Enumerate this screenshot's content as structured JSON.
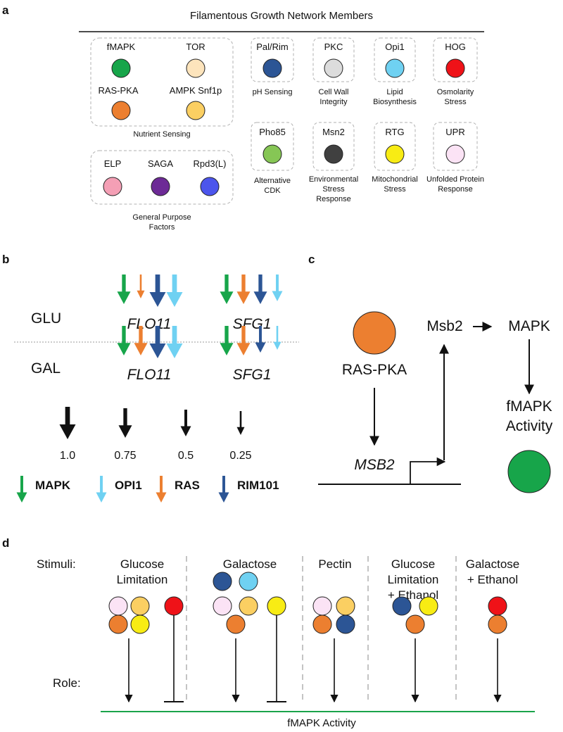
{
  "colors": {
    "fmapk": "#17a54a",
    "tor": "#fde4bc",
    "ras_pka": "#ec7f30",
    "ampk": "#fbcf62",
    "pal_rim": "#2c5595",
    "pkc": "#dcdcdc",
    "opi1": "#6fd1f2",
    "hog": "#ef1218",
    "pho85": "#86c655",
    "msn2": "#404040",
    "rtg": "#f8ec14",
    "upr": "#fbe3f5",
    "elp": "#f49fb5",
    "saga": "#6d2a96",
    "rpd3l": "#4c55ec",
    "activity_line": "#1aa34a"
  },
  "panel_a": {
    "letter": "a",
    "title": "Filamentous Growth Network Members",
    "nodes": {
      "fmapk": "fMAPK",
      "tor": "TOR",
      "ras_pka": "RAS-PKA",
      "ampk": "AMPK Snf1p",
      "pal_rim": "Pal/Rim",
      "pkc": "PKC",
      "opi1": "Opi1",
      "hog": "HOG",
      "pho85": "Pho85",
      "msn2": "Msn2",
      "rtg": "RTG",
      "upr": "UPR",
      "elp": "ELP",
      "saga": "SAGA",
      "rpd3l": "Rpd3(L)"
    },
    "captions": {
      "nutrient": "Nutrient Sensing",
      "pal_rim": "pH Sensing",
      "pkc_1": "Cell Wall",
      "pkc_2": "Integrity",
      "opi1_1": "Lipid",
      "opi1_2": "Biosynthesis",
      "hog_1": "Osmolarity",
      "hog_2": "Stress",
      "pho85_1": "Alternative",
      "pho85_2": "CDK",
      "msn2_1": "Environmental",
      "msn2_2": "Stress",
      "msn2_3": "Response",
      "rtg_1": "Mitochondrial",
      "rtg_2": "Stress",
      "upr_1": "Unfolded Protein",
      "upr_2": "Response",
      "gpf_1": "General Purpose",
      "gpf_2": "Factors"
    }
  },
  "panel_b": {
    "letter": "b",
    "conditions": [
      {
        "label": "GLU",
        "genes": [
          {
            "name": "FLO11",
            "arrows": [
              {
                "regulator": "MAPK",
                "weight": 0.75
              },
              {
                "regulator": "RAS",
                "weight": 0.25
              },
              {
                "regulator": "RIM101",
                "weight": 1.0
              },
              {
                "regulator": "OPI1",
                "weight": 1.0
              }
            ]
          },
          {
            "name": "SFG1",
            "arrows": [
              {
                "regulator": "MAPK",
                "weight": 0.75
              },
              {
                "regulator": "RAS",
                "weight": 0.75
              },
              {
                "regulator": "RIM101",
                "weight": 0.75
              },
              {
                "regulator": "OPI1",
                "weight": 0.5
              }
            ]
          }
        ]
      },
      {
        "label": "GAL",
        "genes": [
          {
            "name": "FLO11",
            "arrows": [
              {
                "regulator": "MAPK",
                "weight": 0.75
              },
              {
                "regulator": "RAS",
                "weight": 0.75
              },
              {
                "regulator": "RIM101",
                "weight": 1.0
              },
              {
                "regulator": "OPI1",
                "weight": 1.0
              }
            ]
          },
          {
            "name": "SFG1",
            "arrows": [
              {
                "regulator": "MAPK",
                "weight": 0.75
              },
              {
                "regulator": "RAS",
                "weight": 0.75
              },
              {
                "regulator": "RIM101",
                "weight": 0.5
              },
              {
                "regulator": "OPI1",
                "weight": 0.25
              }
            ]
          }
        ]
      }
    ],
    "scale": [
      {
        "weight": 1.0,
        "label": "1.0"
      },
      {
        "weight": 0.75,
        "label": "0.75"
      },
      {
        "weight": 0.5,
        "label": "0.5"
      },
      {
        "weight": 0.25,
        "label": "0.25"
      }
    ],
    "legend": [
      {
        "regulator": "MAPK",
        "label": "MAPK",
        "color": "#17a54a"
      },
      {
        "regulator": "OPI1",
        "label": "OPI1",
        "color": "#6fd1f2"
      },
      {
        "regulator": "RAS",
        "label": "RAS",
        "color": "#ec7f30"
      },
      {
        "regulator": "RIM101",
        "label": "RIM101",
        "color": "#2c5595"
      }
    ]
  },
  "panel_c": {
    "letter": "c",
    "ras_pka": "RAS-PKA",
    "msb2_gene": "MSB2",
    "msb2_protein": "Msb2",
    "mapk": "MAPK",
    "activity_1": "fMAPK",
    "activity_2": "Activity"
  },
  "panel_d": {
    "letter": "d",
    "stimuli_label": "Stimuli:",
    "role_label": "Role:",
    "activity_label": "fMAPK Activity",
    "stimuli": [
      {
        "line1": "Glucose",
        "line2": "Limitation",
        "line3": "",
        "activators": [
          "upr",
          "ampk",
          "ras_pka",
          "rtg"
        ],
        "repressors": [
          "hog"
        ]
      },
      {
        "line1": "Galactose",
        "line2": "",
        "line3": "",
        "activators": [
          "pal_rim",
          "opi1",
          "upr",
          "ampk",
          "ras_pka"
        ],
        "repressors": [
          "rtg"
        ]
      },
      {
        "line1": "Pectin",
        "line2": "",
        "line3": "",
        "activators": [
          "upr",
          "ampk",
          "ras_pka",
          "pal_rim"
        ],
        "repressors": []
      },
      {
        "line1": "Glucose",
        "line2": "Limitation",
        "line3": "+ Ethanol",
        "activators": [
          "pal_rim",
          "rtg",
          "ras_pka"
        ],
        "repressors": []
      },
      {
        "line1": "Galactose",
        "line2": "+ Ethanol",
        "line3": "",
        "activators": [
          "hog",
          "ras_pka"
        ],
        "repressors": []
      }
    ]
  }
}
